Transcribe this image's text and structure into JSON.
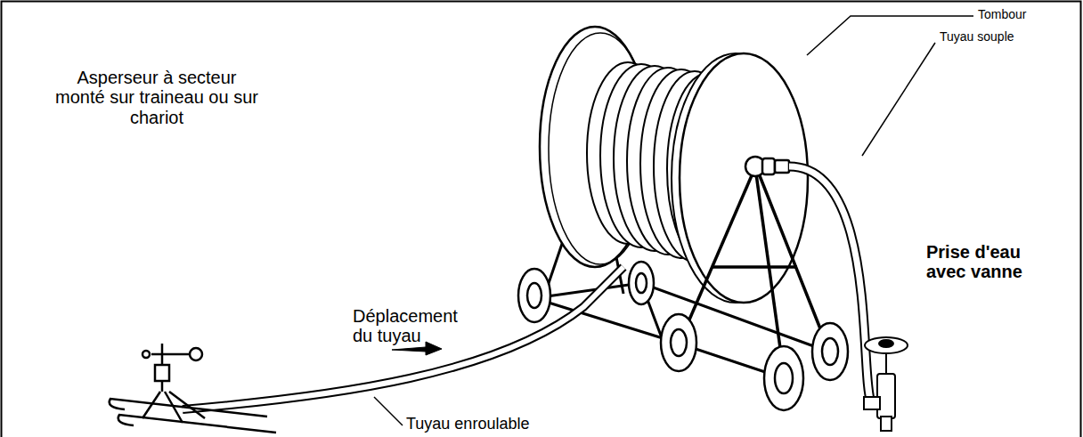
{
  "diagram": {
    "labels": [
      "Asperseur à secteur monté sur traineau ou sur chariot",
      "Tombour",
      "Tuyau souple",
      "Déplacement du tuyau",
      "Prise d'eau avec vanne",
      "Tuyau enroulable"
    ]
  }
}
